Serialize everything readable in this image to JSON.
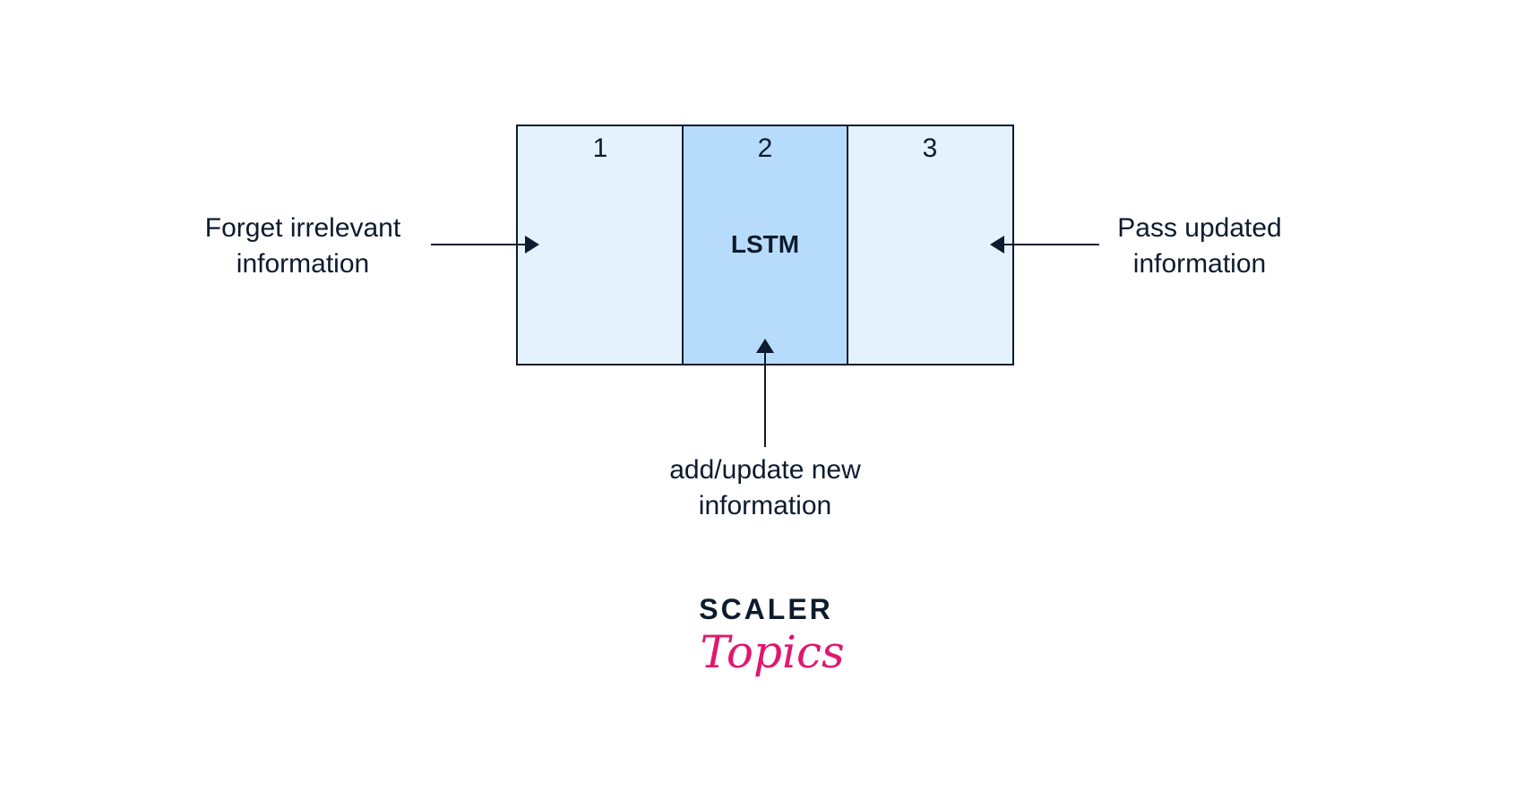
{
  "diagram": {
    "sections": [
      {
        "number": "1",
        "fill": "#e4f2fe"
      },
      {
        "number": "2",
        "fill": "#b7dcfb"
      },
      {
        "number": "3",
        "fill": "#e4f2fe"
      }
    ],
    "center_label": "LSTM",
    "left_annotation": {
      "line1": "Forget irrelevant",
      "line2": "information"
    },
    "right_annotation": {
      "line1": "Pass updated",
      "line2": "information"
    },
    "bottom_annotation": {
      "line1": "add/update new",
      "line2": "information"
    },
    "stroke_color": "#0d1b2e"
  },
  "logo": {
    "top": "SCALER",
    "bottom": "Topics",
    "top_color": "#0d1b2e",
    "bottom_color": "#e2166f"
  }
}
